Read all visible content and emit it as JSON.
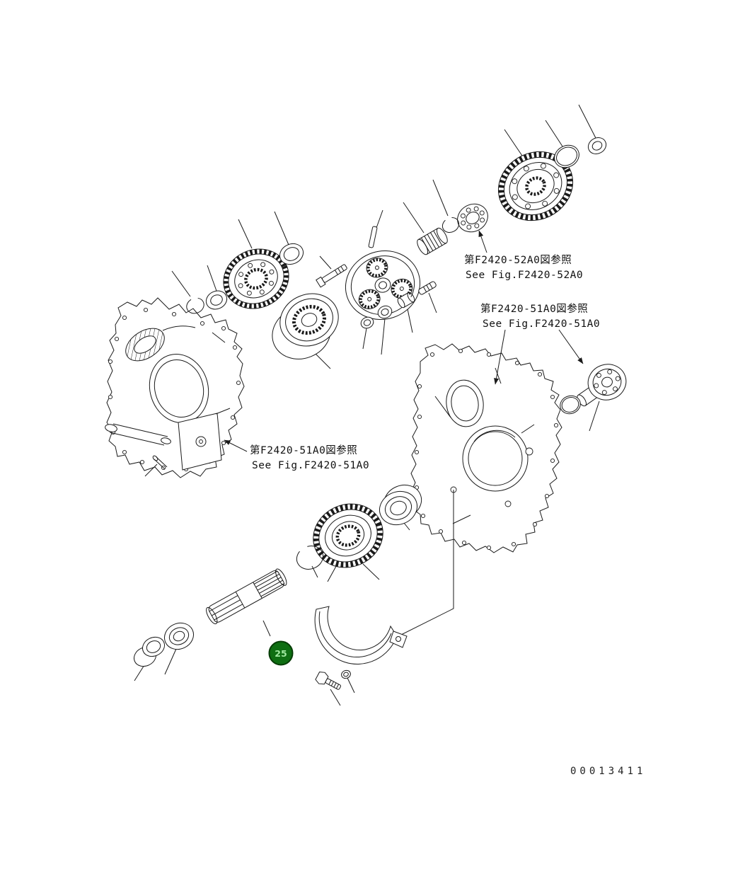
{
  "document": {
    "background_color": "#ffffff",
    "line_color": "#1a1a1a"
  },
  "annotations": {
    "ref_fig_52a0": {
      "jp": "第F2420-52A0図参照",
      "en": "See Fig.F2420-52A0"
    },
    "ref_fig_51a0_right": {
      "jp": "第F2420-51A0図参照",
      "en": "See Fig.F2420-51A0"
    },
    "ref_fig_51a0_left": {
      "jp": "第F2420-51A0図参照",
      "en": "See Fig.F2420-51A0"
    },
    "drawing_number": "00013411"
  },
  "callout": {
    "label": "25",
    "bg_color": "#0e6e12",
    "ring_color": "#063c06",
    "text_color": "#9fe89f"
  },
  "parts": [
    "front-housing",
    "rear-housing",
    "pto-drive-gear",
    "ball-bearing-upper",
    "snap-ring-upper",
    "needle-bearing",
    "o-ring-upper",
    "washer-upper",
    "planetary-carrier",
    "carrier-pin",
    "carrier-bolt",
    "planet-washer-1",
    "planet-washer-2",
    "planet-spacer",
    "planet-pin",
    "input-gear",
    "thrust-washer",
    "spacer-ring",
    "snap-ring-input",
    "clutch-hub",
    "output-coupling",
    "o-ring-output",
    "output-gear",
    "snap-ring-output",
    "ball-bearing-lower",
    "output-shaft",
    "bearing-race",
    "sleeve",
    "bearing-guard",
    "guard-bolt",
    "guard-washer",
    "dowel-pin",
    "lock-pin"
  ]
}
